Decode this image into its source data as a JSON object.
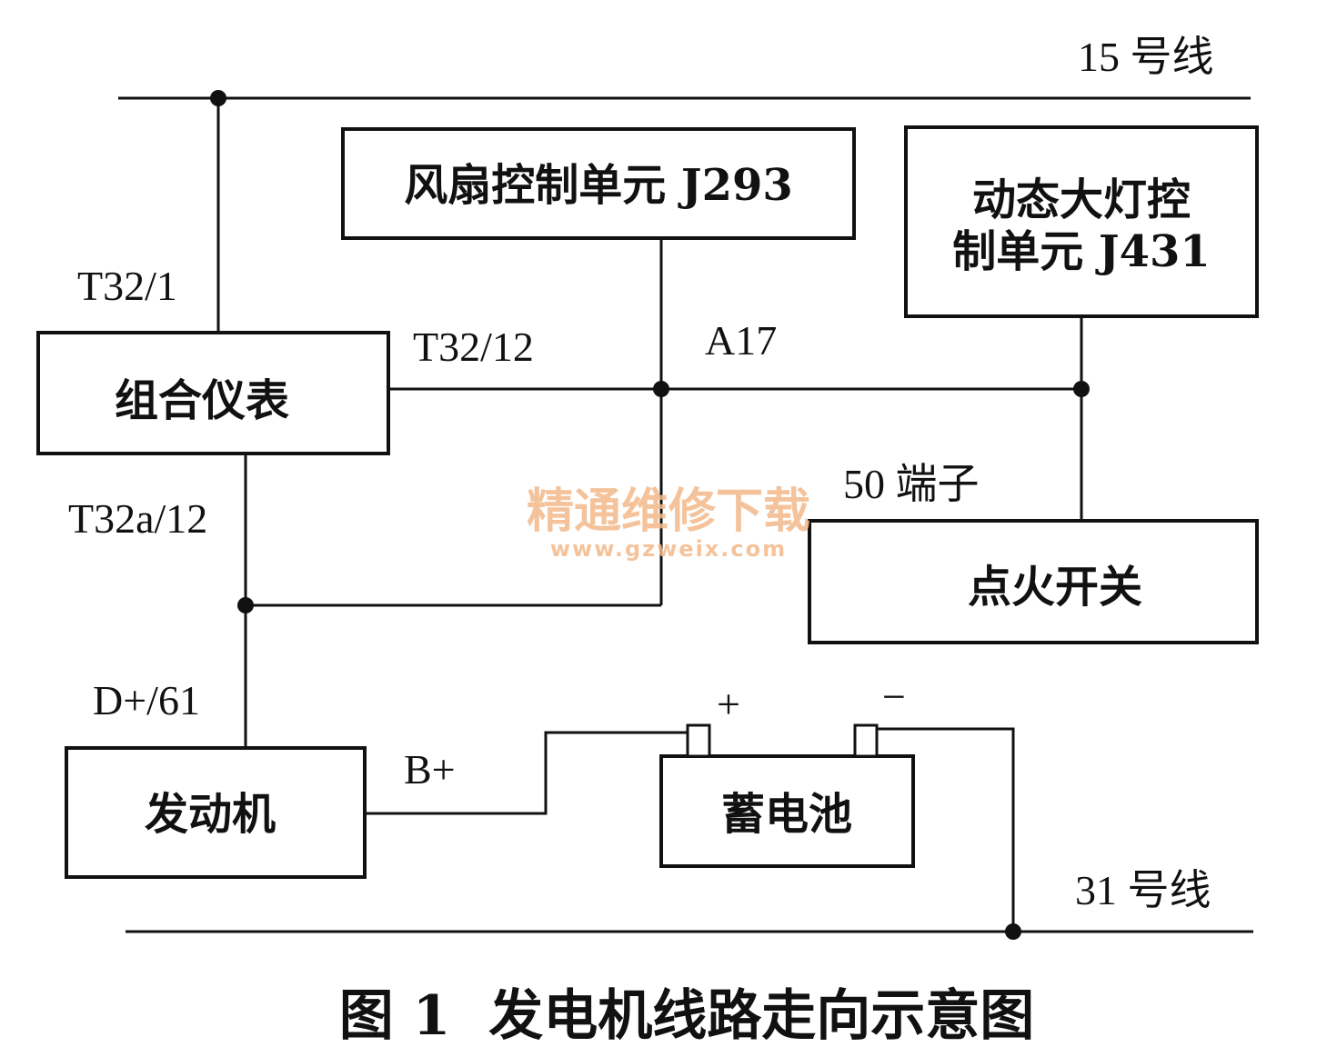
{
  "rails": {
    "top_label": "15 号线",
    "bottom_label": "31 号线"
  },
  "boxes": {
    "fan_control": "风扇控制单元 J293",
    "headlight_control_line1": "动态大灯控",
    "headlight_control_line2": "制单元 J431",
    "cluster": "组合仪表",
    "ignition": "点火开关",
    "engine": "发动机",
    "battery": "蓄电池"
  },
  "pins": {
    "t32_1": "T32/1",
    "t32_12": "T32/12",
    "a17": "A17",
    "t32a_12": "T32a/12",
    "terminal_50": "50 端子",
    "d_plus_61": "D+/61",
    "b_plus": "B+",
    "battery_plus": "+",
    "battery_minus": "−"
  },
  "watermark": {
    "line1": "精通维修下载",
    "line2": "www.gzweix.com",
    "color": "#f3b98a"
  },
  "caption": "图 1  发电机线路走向示意图"
}
